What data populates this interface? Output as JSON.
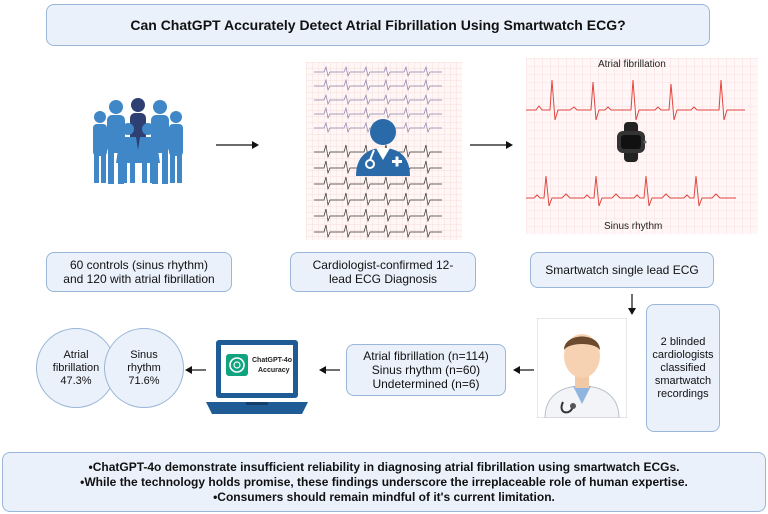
{
  "title": "Can ChatGPT Accurately Detect Atrial Fibrillation Using Smartwatch ECG?",
  "cohort": {
    "line1": "60 controls (sinus rhythm)",
    "line2": "and 120 with atrial  fibrillation"
  },
  "diagnosis": {
    "line1": "Cardiologist-confirmed 12-",
    "line2": "lead ECG Diagnosis"
  },
  "ecg_panel": {
    "top_label": "Atrial fibrillation",
    "bottom_label": "Sinus rhythm"
  },
  "smartwatch": {
    "label": "Smartwatch single lead ECG"
  },
  "blinded": {
    "line1": "2 blinded",
    "line2": "cardiologists",
    "line3": "classified",
    "line4": "smartwatch",
    "line5": "recordings"
  },
  "classification": {
    "line1": "Atrial fibrillation (n=114)",
    "line2": "Sinus rhythm (n=60)",
    "line3": "Undetermined (n=6)"
  },
  "laptop": {
    "line1": "ChatGPT-4o",
    "line2": "Accuracy"
  },
  "results": {
    "af_line1": "Atrial",
    "af_line2": "fibrillation",
    "af_value": "47.3%",
    "sr_line1": "Sinus",
    "sr_line2": "rhythm",
    "sr_value": "71.6%"
  },
  "conclusion": {
    "line1": "•ChatGPT-4o demonstrate insufficient reliability in diagnosing atrial fibrillation using smartwatch ECGs.",
    "line2": "•While the technology holds promise, these findings underscore the irreplaceable role of human expertise.",
    "line3": "•Consumers should remain mindful of it's current limitation."
  },
  "colors": {
    "box_fill": "#eaf1fb",
    "box_border": "#9ab6d8",
    "people_blue": "#3f87c6",
    "people_navy": "#2d3f73",
    "ecg_red": "#e2463f",
    "doctor_blue": "#2b6aa8"
  },
  "icons": [
    "people-group-icon",
    "doctor-icon",
    "smartwatch-icon",
    "cardiologist-avatar-icon",
    "laptop-icon",
    "chatgpt-logo-icon",
    "arrow-icon"
  ]
}
